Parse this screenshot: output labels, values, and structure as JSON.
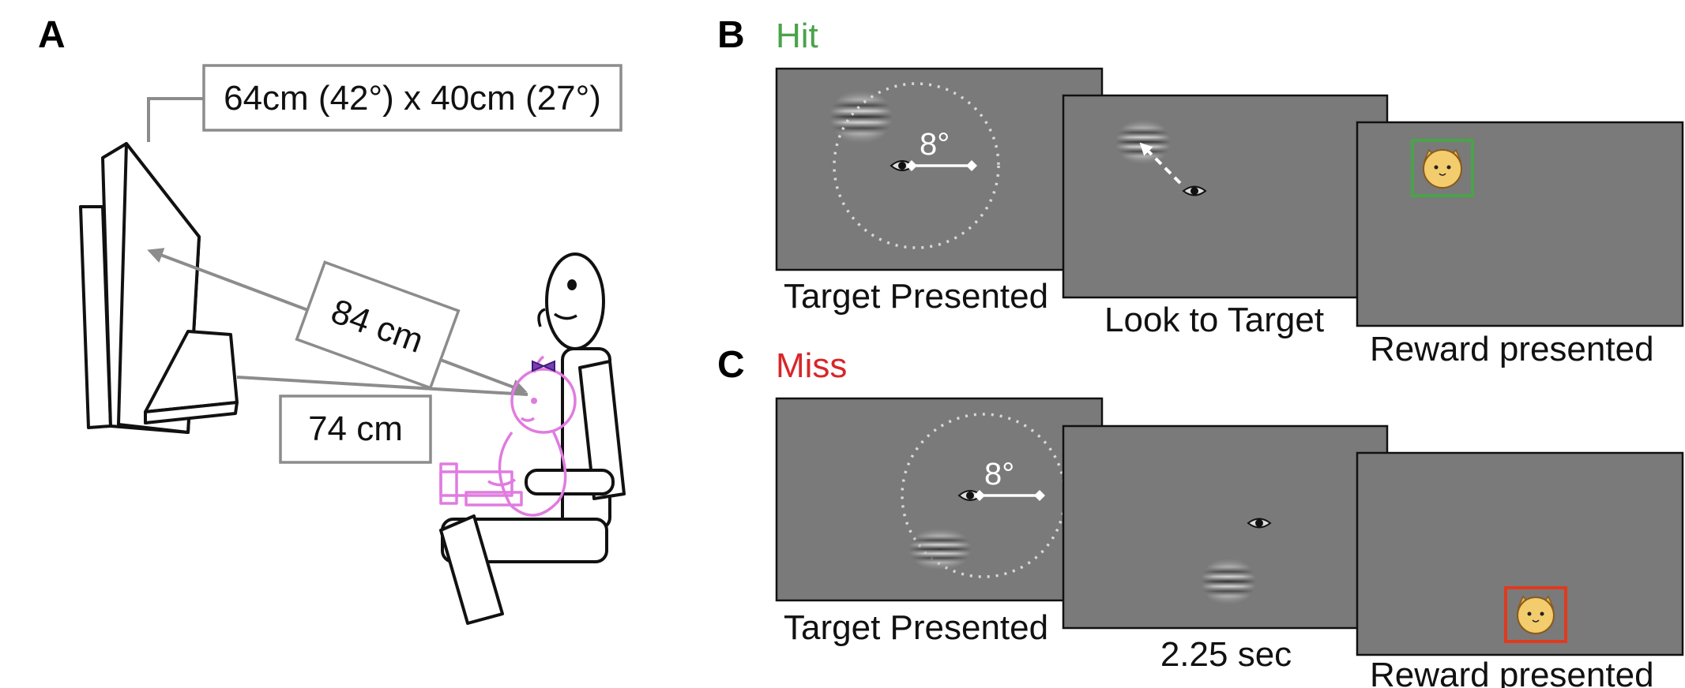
{
  "panels": {
    "a": {
      "letter": "A",
      "screen_size": "64cm (42°) x 40cm (27°)",
      "distance_diagonal": "84 cm",
      "distance_horizontal": "74 cm"
    },
    "b": {
      "letter": "B",
      "title": "Hit",
      "title_color": "#4aa34a",
      "angle": "8°",
      "frames": [
        {
          "caption": "Target Presented"
        },
        {
          "caption": "Look to Target"
        },
        {
          "caption": "Reward presented",
          "reward_frame_color": "#4aa34a"
        }
      ]
    },
    "c": {
      "letter": "C",
      "title": "Miss",
      "title_color": "#d8262a",
      "angle": "8°",
      "frames": [
        {
          "caption": "Target Presented"
        },
        {
          "caption": "2.25 sec"
        },
        {
          "caption": "Reward presented",
          "reward_frame_color": "#e03a1e"
        }
      ]
    }
  }
}
